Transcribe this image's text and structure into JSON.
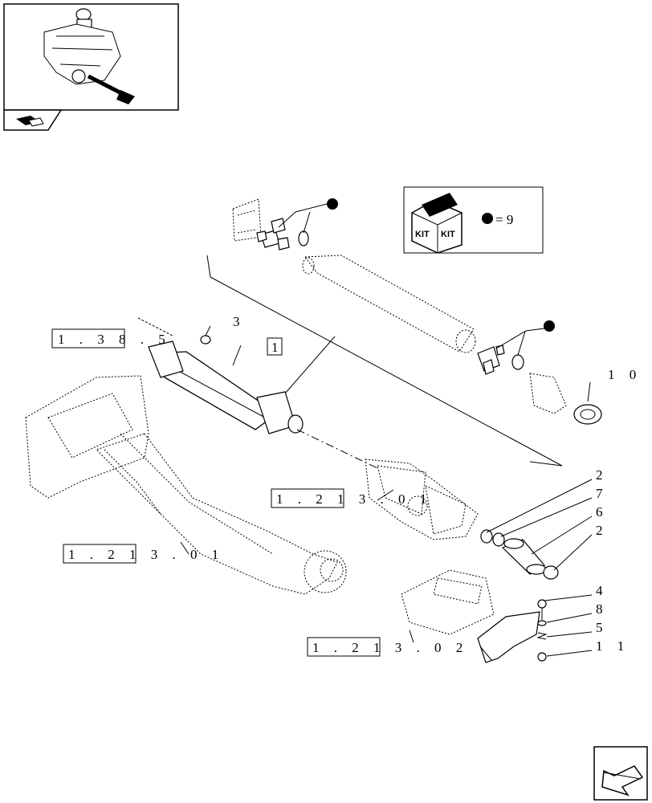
{
  "kit": {
    "legend_text": "= 9",
    "box_word": "KIT"
  },
  "references": [
    {
      "id": "ref-1381",
      "text": "1 . 3 8 . 5"
    },
    {
      "id": "ref-1213-01-mid",
      "text": "1 . 2 1 3 . 0 1"
    },
    {
      "id": "ref-1213-01-left",
      "text": "1 . 2 1 3 . 0 1"
    },
    {
      "id": "ref-1213-02",
      "text": "1 . 2 1 3 . 0 2"
    }
  ],
  "callouts": {
    "c1": "1",
    "c3": "3",
    "c10": "1 0",
    "c2a": "2",
    "c7": "7",
    "c6": "6",
    "c2b": "2",
    "c4": "4",
    "c8": "8",
    "c5": "5",
    "c11": "1 1"
  }
}
